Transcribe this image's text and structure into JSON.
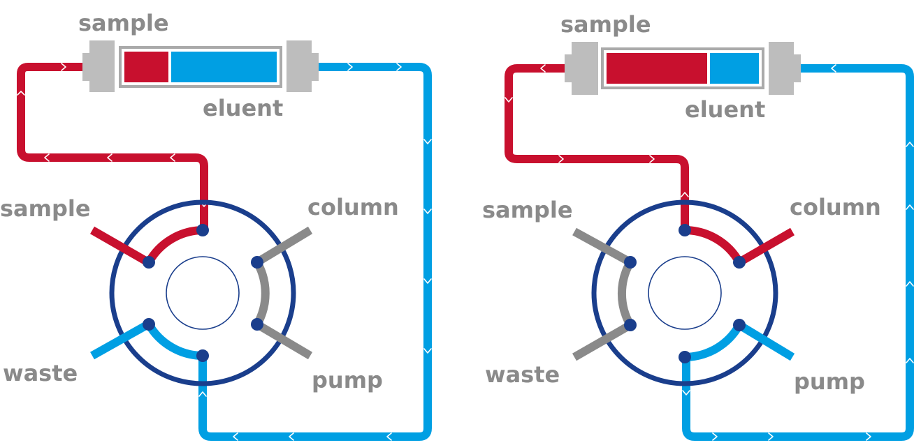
{
  "colors": {
    "red": "#c8102e",
    "light_blue": "#009fe3",
    "dark_blue": "#1a3e8c",
    "gray": "#8a8a8a",
    "fitting": "#bdbdbd"
  },
  "panels": [
    {
      "id": "load",
      "labels": {
        "sample_top": "sample",
        "eluent": "eluent",
        "sample_port": "sample",
        "column": "column",
        "waste": "waste",
        "pump": "pump"
      },
      "loop_fill": {
        "sample_fraction": 0.3,
        "eluent_fraction": 0.7
      }
    },
    {
      "id": "inject",
      "labels": {
        "sample_top": "sample",
        "eluent": "eluent",
        "sample_port": "sample",
        "column": "column",
        "waste": "waste",
        "pump": "pump"
      },
      "loop_fill": {
        "sample_fraction": 0.67,
        "eluent_fraction": 0.33
      }
    }
  ]
}
